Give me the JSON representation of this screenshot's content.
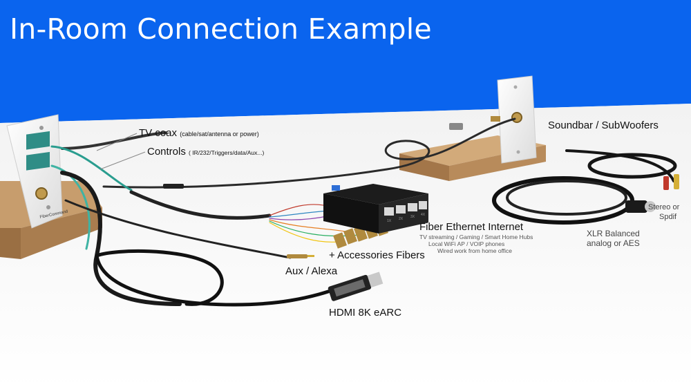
{
  "title": "In-Room Connection Example",
  "colors": {
    "banner": "#0a64ee",
    "background": "#ffffff",
    "wood": "#b58a5a"
  },
  "labels": {
    "tv_coax": "TV coax",
    "tv_coax_note": "(cable/sat/antenna or power)",
    "controls": "Controls",
    "controls_note": "( IR/232/Triggers/data/Aux...)",
    "soundbar": "Soundbar / SubWoofers",
    "fiber_ethernet": "Fiber Ethernet Internet",
    "fiber_ethernet_notes": [
      "TV streaming / Gaming / Smart Home Hubs",
      "Local WiFi AP / VOIP phones",
      "Wired work from home office"
    ],
    "accessories": "+ Accessories Fibers",
    "aux": "Aux / Alexa",
    "hdmi": "HDMI 8K eARC",
    "xlr_line1": "XLR Balanced",
    "xlr_line2": "analog or AES",
    "stereo_line1": "Stereo or",
    "stereo_line2": "Spdif"
  },
  "switch_ports": [
    "1X",
    "2X",
    "3X",
    "4X"
  ]
}
